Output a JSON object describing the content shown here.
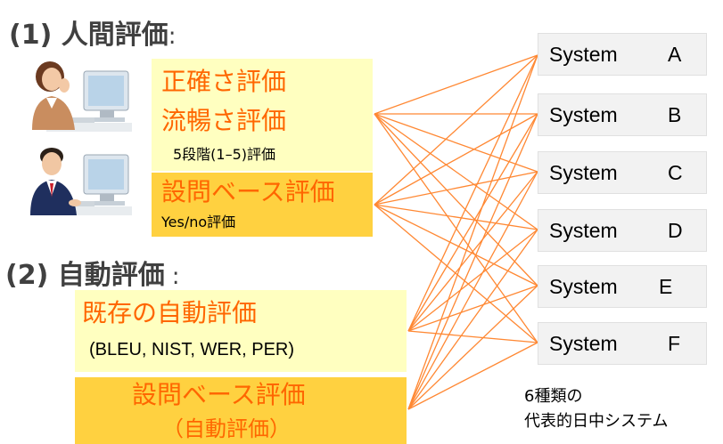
{
  "human_eval": {
    "heading": "(1) 人間評価",
    "colon": ":",
    "box1_line1": "正確さ評価",
    "box1_line2": "流暢さ評価",
    "box1_sub": "5段階(1–5)評価",
    "box2_title": "設問ベース評価",
    "box2_sub": "Yes/no評価"
  },
  "auto_eval": {
    "heading": "(2) 自動評価",
    "colon": ":",
    "box1_title": "既存の自動評価",
    "box1_sub": "(BLEU, NIST, WER, PER)",
    "box2_title": "設問ベース評価",
    "box2_sub": "（自動評価）"
  },
  "systems": [
    {
      "label": "System",
      "letter": "A"
    },
    {
      "label": "System",
      "letter": "B"
    },
    {
      "label": "System",
      "letter": "C"
    },
    {
      "label": "System",
      "letter": "D"
    },
    {
      "label": "System",
      "letter": "E"
    },
    {
      "label": "System",
      "letter": "F"
    }
  ],
  "caption": {
    "line1": "6種類の",
    "line2": "代表的日中システム"
  },
  "colors": {
    "line": "#ff8833",
    "orange_text": "#ff6600",
    "box_light": "#ffffc0",
    "box_dark": "#ffd140",
    "heading": "#404040"
  }
}
